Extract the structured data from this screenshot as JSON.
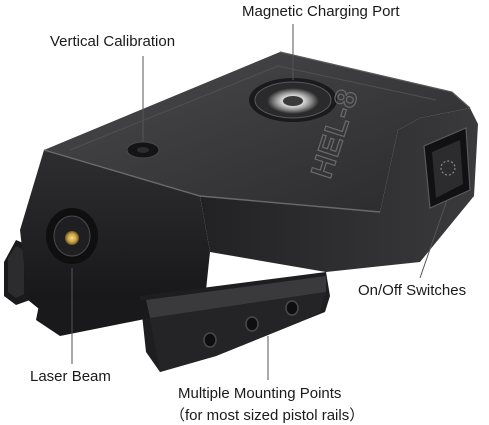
{
  "labels": {
    "magnetic_charging_port": "Magnetic Charging Port",
    "vertical_calibration": "Vertical Calibration",
    "on_off_switches": "On/Off Switches",
    "laser_beam": "Laser Beam",
    "mounting_points_line1": "Multiple Mounting Points",
    "mounting_points_line2": "（for most sized pistol rails）"
  },
  "product": {
    "engraving": "HEL-8"
  },
  "colors": {
    "body_dark": "#1c1c1e",
    "body_mid": "#2c2c2e",
    "body_top": "#3a3a3c",
    "edge_highlight": "#6a6a6c",
    "leader_line": "#555555",
    "brass": "#c9a24a"
  }
}
